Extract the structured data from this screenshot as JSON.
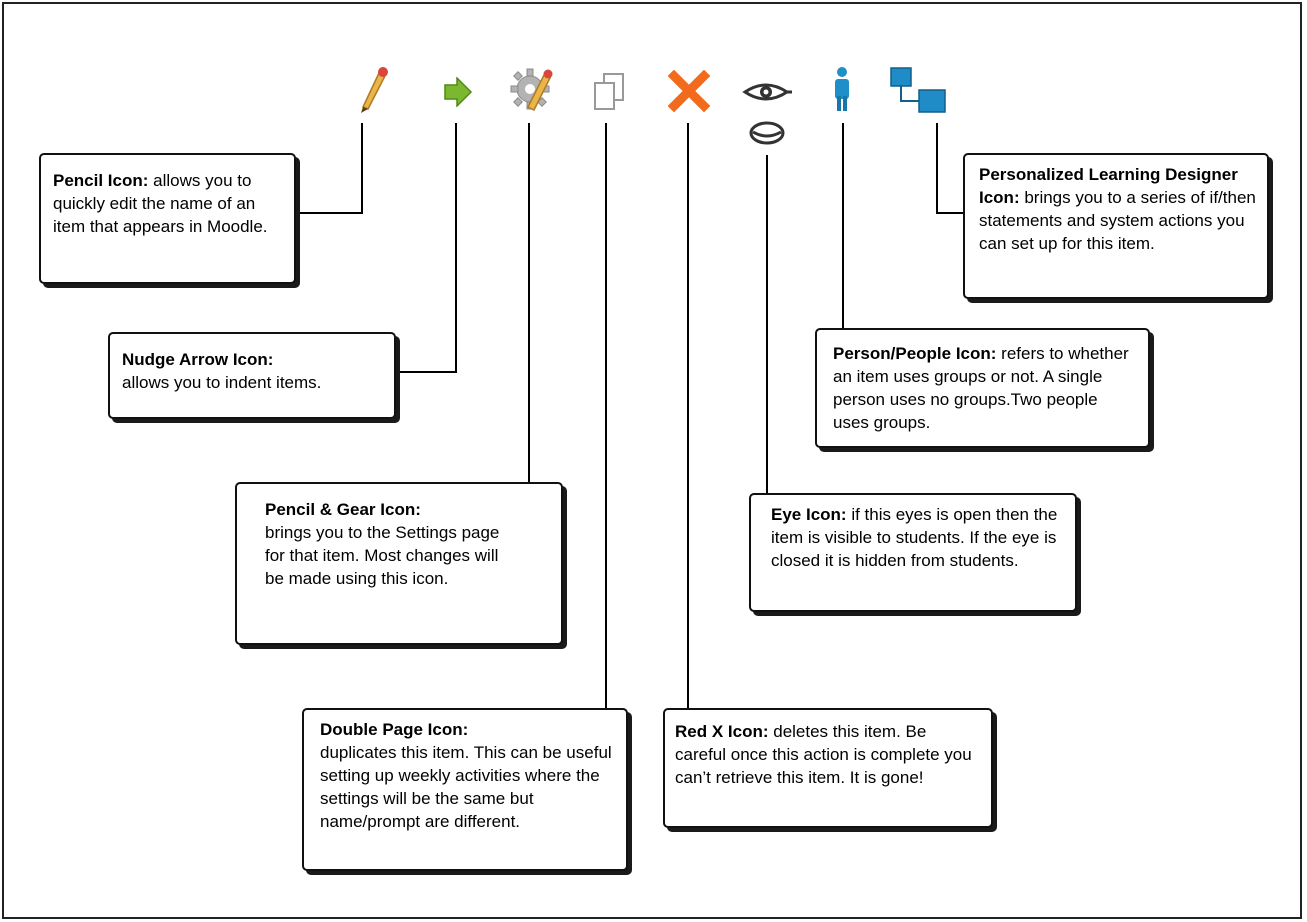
{
  "colors": {
    "pencil_tip": "#d9822b",
    "nudge_green": "#7cb82f",
    "red_x": "#f26a1b",
    "person_blue": "#1e8fc9",
    "pld_blue": "#1f8cc8",
    "gear_gray": "#a8a8a8"
  },
  "icons": [
    {
      "name": "pencil-icon"
    },
    {
      "name": "nudge-arrow-icon"
    },
    {
      "name": "pencil-gear-icon"
    },
    {
      "name": "double-page-icon"
    },
    {
      "name": "red-x-icon"
    },
    {
      "name": "eye-open-icon"
    },
    {
      "name": "eye-closed-icon"
    },
    {
      "name": "person-icon"
    },
    {
      "name": "personalized-learning-designer-icon"
    }
  ],
  "boxes": {
    "pencil": {
      "title": "Pencil Icon:",
      "text": " allows you to quickly edit the name of an item that appears in Moodle."
    },
    "nudge": {
      "title": "Nudge Arrow Icon:",
      "text": "allows you to indent items."
    },
    "gear": {
      "title": "Pencil & Gear Icon:",
      "text": "brings you to the Settings page for that item. Most changes will be made using this icon."
    },
    "double": {
      "title": "Double Page Icon:",
      "text": "duplicates this item. This can be useful setting up weekly activities where the settings will be the same but name/prompt are different."
    },
    "redx": {
      "title": "Red X Icon:",
      "text": " deletes this item. Be careful once this action is complete you can’t retrieve this item. It is gone!"
    },
    "eye": {
      "title": "Eye Icon:",
      "text": " if this eyes is open then the item is visible to students. If the eye is closed it is hidden from students."
    },
    "person": {
      "title": "Person/People Icon:",
      "text": " refers to whether an item uses groups or not. A single person uses no groups.Two people uses groups."
    },
    "pld": {
      "title": "Personalized Learning Designer Icon:",
      "text": " brings you to a series of if/then statements and system actions you can set up for this item."
    }
  }
}
